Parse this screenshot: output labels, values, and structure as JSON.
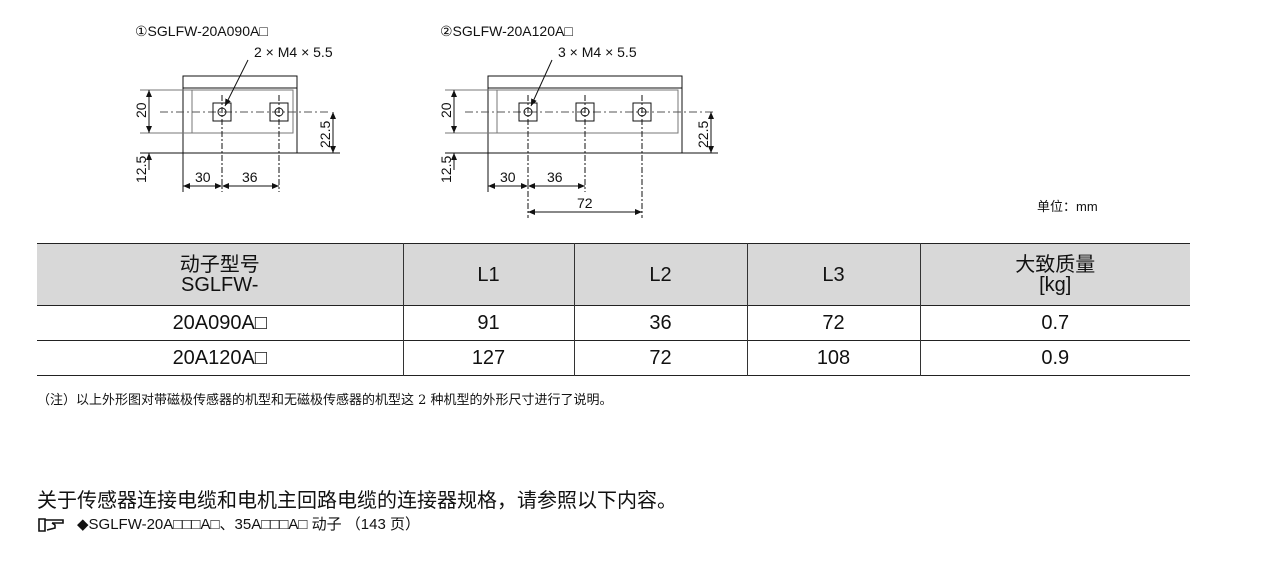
{
  "diagrams": [
    {
      "title": "①SGLFW-20A090A□",
      "screw": "2 × M4 × 5.5",
      "dims": {
        "h1": "20",
        "h2": "12.5",
        "h3": "22.5",
        "w1": "30",
        "w2": "36"
      }
    },
    {
      "title": "②SGLFW-20A120A□",
      "screw": "3 × M4 × 5.5",
      "dims": {
        "h1": "20",
        "h2": "12.5",
        "h3": "22.5",
        "w1": "30",
        "w2": "36",
        "w3": "72"
      }
    }
  ],
  "unit": "单位：mm",
  "table": {
    "headers": [
      {
        "l1": "动子型号",
        "l2": "SGLFW-"
      },
      {
        "l1": "L1"
      },
      {
        "l1": "L2"
      },
      {
        "l1": "L3"
      },
      {
        "l1": "大致质量",
        "l2": "[kg]"
      }
    ],
    "rows": [
      [
        "20A090A□",
        "91",
        "36",
        "72",
        "0.7"
      ],
      [
        "20A120A□",
        "127",
        "72",
        "108",
        "0.9"
      ]
    ]
  },
  "note": "（注）以上外形图对带磁极传感器的机型和无磁极传感器的机型这 2 种机型的外形尺寸进行了说明。",
  "paragraph": "关于传感器连接电缆和电机主回路电缆的连接器规格，请参照以下内容。",
  "reference": {
    "icon": "pointing-hand-icon",
    "text": "◆SGLFW-20A□□□A□、35A□□□A□ 动子 （143 页）"
  }
}
